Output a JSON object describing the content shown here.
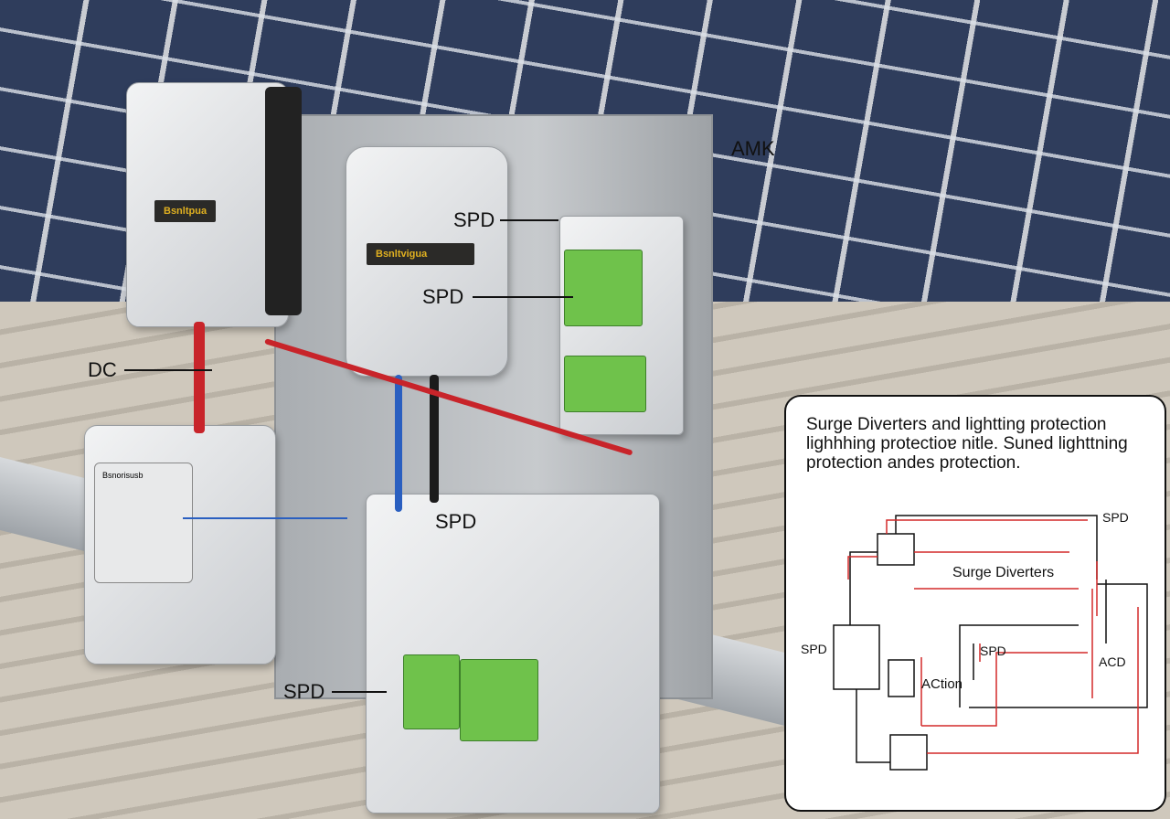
{
  "scene": {
    "inverter_1_logo": "Bsnltpua",
    "inverter_2_logo": "Bsnltvigua",
    "meter_label": "Bsnorisusb"
  },
  "labels": {
    "amk": "AMK",
    "spd_top": "SPD",
    "spd_mid": "SPD",
    "dc": "DC",
    "spd_center": "SPD",
    "spd_bottom": "SPD"
  },
  "inset": {
    "title": "Surge Diverters and lightting protection lighhhing protectioɐ nitle. Suned lighttning protection andes protection.",
    "diagram_labels": {
      "spd_right": "SPD",
      "surge_diverters": "Surge Diverters",
      "spd_left": "SPD",
      "spd_center": "SPD",
      "action": "ACtion",
      "acd": "ACD"
    }
  },
  "colors": {
    "accent_red": "#d42a2a",
    "wire_blue": "#2a5fc0",
    "terminal_green": "#6fc24b"
  }
}
